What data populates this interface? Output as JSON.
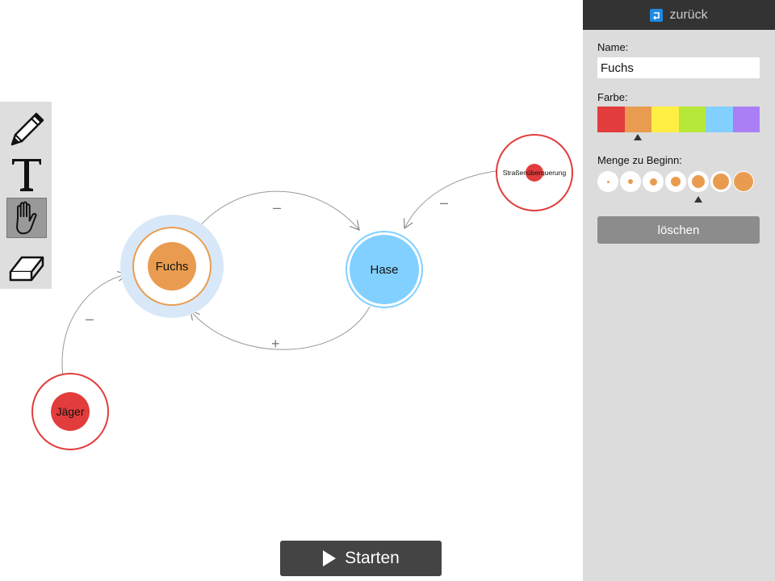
{
  "nodes": {
    "fuchs": {
      "label": "Fuchs",
      "color": "#e99c4f"
    },
    "hase": {
      "label": "Hase",
      "color": "#82d0ff"
    },
    "jaeger": {
      "label": "Jäger",
      "color": "#e23c3c"
    },
    "strasse": {
      "label": "Straßenüberquerung",
      "color": "#e23c3c"
    }
  },
  "edges": {
    "fuchs_hase": {
      "sign": "–"
    },
    "hase_fuchs": {
      "sign": "+"
    },
    "jaeger_fuchs": {
      "sign": "–"
    },
    "strasse_hase": {
      "sign": "–"
    }
  },
  "toolbar": {
    "tools": [
      "pencil-icon",
      "text-icon",
      "hand-icon",
      "eraser-icon"
    ],
    "active": "hand-icon"
  },
  "start_button": {
    "label": "Starten",
    "icon": "play-icon"
  },
  "panel": {
    "back_label": "zurück",
    "name_label": "Name:",
    "name_value": "Fuchs",
    "color_label": "Farbe:",
    "colors": [
      "#e23c3c",
      "#e99c4f",
      "#ffee44",
      "#b6e83a",
      "#82d0ff",
      "#aa7ff5"
    ],
    "selected_color": "#e99c4f",
    "amount_label": "Menge zu Beginn:",
    "amount_levels": 7,
    "selected_amount_level": 5,
    "delete_label": "löschen"
  }
}
